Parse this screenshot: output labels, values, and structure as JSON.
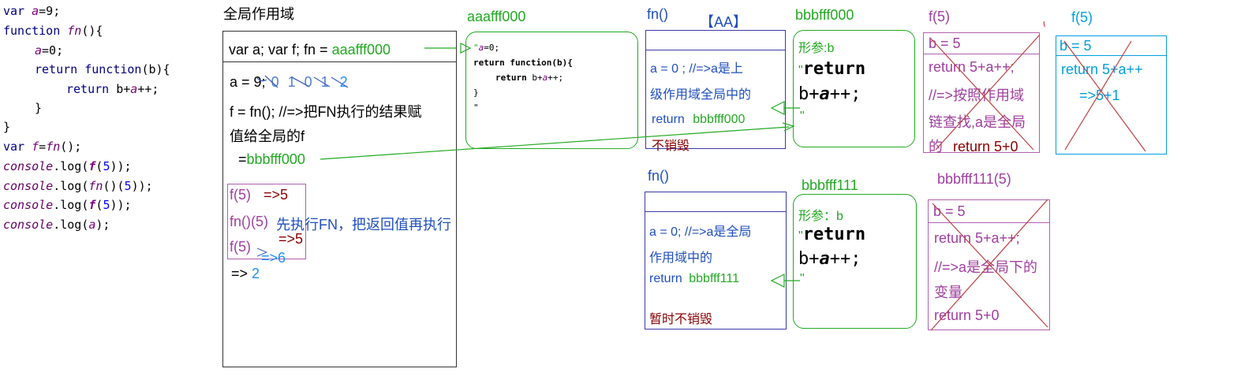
{
  "code_panel": {
    "line1": {
      "kw": "var",
      "var": "a",
      "rest": "=9;"
    },
    "line2": {
      "kw": "function",
      "name": "fn",
      "rest": "(){"
    },
    "line3": {
      "var": "a",
      "rest": "=0;"
    },
    "line4": {
      "kw1": "return",
      "kw2": "function",
      "rest": "(b){"
    },
    "line5": {
      "kw": "return",
      "rest1": "b+",
      "var": "a",
      "rest2": "++;"
    },
    "line6": "}",
    "line7": "}",
    "line8": {
      "kw": "var",
      "var": "f",
      "eq": "=",
      "call": "fn",
      "rest": "();"
    },
    "line9": {
      "obj": "console",
      "pre": ".log(",
      "fn": "f",
      "arg": "5",
      "post": "));"
    },
    "line10": {
      "obj": "console",
      "pre": ".log(",
      "fn": "fn",
      "mid": "()(",
      "arg": "5",
      "post": "));"
    },
    "line11": {
      "obj": "console",
      "pre": ".log(",
      "fn": "f",
      "arg": "5",
      "post": "));"
    },
    "line12": {
      "obj": "console",
      "pre": ".log(",
      "var": "a",
      "post": ");"
    }
  },
  "global_scope": {
    "title": "全局作用域",
    "header": "var a;  var f;  fn = ",
    "header_addr": "aaafff000",
    "a_line": "a = 9;",
    "a_history": "0  1  0  1",
    "a_final": "2",
    "f_line1": "f = fn(); //=>把FN执行的结果赋",
    "f_line2": "值给全局的f",
    "f_eq": "=",
    "f_addr": "bbbfff000",
    "calls": {
      "c1": "f(5)",
      "c1_res": "=>5",
      "c2": "fn()(5)",
      "c2_note": "先执行FN，把返回值再执行",
      "c2_res": "=>5",
      "c3": "f(5)",
      "c3_res": "=>6",
      "c4_res": "=>",
      "c4_val": "2"
    }
  },
  "heap_aaafff000": {
    "title": "aaafff000",
    "q1": "\"",
    "l1_var": "a",
    "l1_rest": "=0;",
    "l2": "return function(b){",
    "l3_kw": "return",
    "l3_rest": " b+",
    "l3_var": "a",
    "l3_end": "++;",
    "l4": "}",
    "q2": "\""
  },
  "fn_scope_1": {
    "title": "fn()",
    "tag": "【AA】",
    "line1": "a = 0 ; //=>a是上",
    "line2": "级作用域全局中的",
    "ret": "return",
    "ret_addr": "bbbfff000",
    "note": "不销毁"
  },
  "heap_bbbfff000": {
    "title": "bbbfff000",
    "param": "形参:b",
    "q1": "\"",
    "ret": "return",
    "expr_pre": "b+",
    "expr_var": "a",
    "expr_post": "++;",
    "q2": "\""
  },
  "f5_scope_1": {
    "title": "f(5)",
    "header": "b = 5",
    "l1": "return 5+a++;",
    "l2": "//=>按照作用域",
    "l3": "链查找,a是全局",
    "l4a": "的",
    "l4b": "return 5+0"
  },
  "f5_scope_2": {
    "title": "f(5)",
    "header": "b = 5",
    "l1": "return 5+a++",
    "l2": "=>5+1"
  },
  "fn_scope_2": {
    "title": "fn()",
    "line1": "a = 0; //=>a是全局",
    "line2": "作用域中的",
    "ret": "return",
    "ret_addr": "bbbfff111",
    "note": "暂时不销毁"
  },
  "heap_bbbfff111": {
    "title": "bbbfff111",
    "param": "形参：b",
    "q1": "\"",
    "ret": "return",
    "expr_pre": "b+",
    "expr_var": "a",
    "expr_post": "++;",
    "q2": "\""
  },
  "b111_scope": {
    "title": "bbbfff111(5)",
    "header": "b = 5",
    "l1": "return 5+a++;",
    "l2": "//=>a是全局下的",
    "l3": "变量",
    "l4": "return 5+0"
  },
  "colors": {
    "green": "#22aa22",
    "blue_box": "#3a3aa8",
    "purple_box": "#b060b0",
    "cyan_box": "#00a0e0",
    "cross_red": "#c04040",
    "dark_red": "#8b0000"
  }
}
